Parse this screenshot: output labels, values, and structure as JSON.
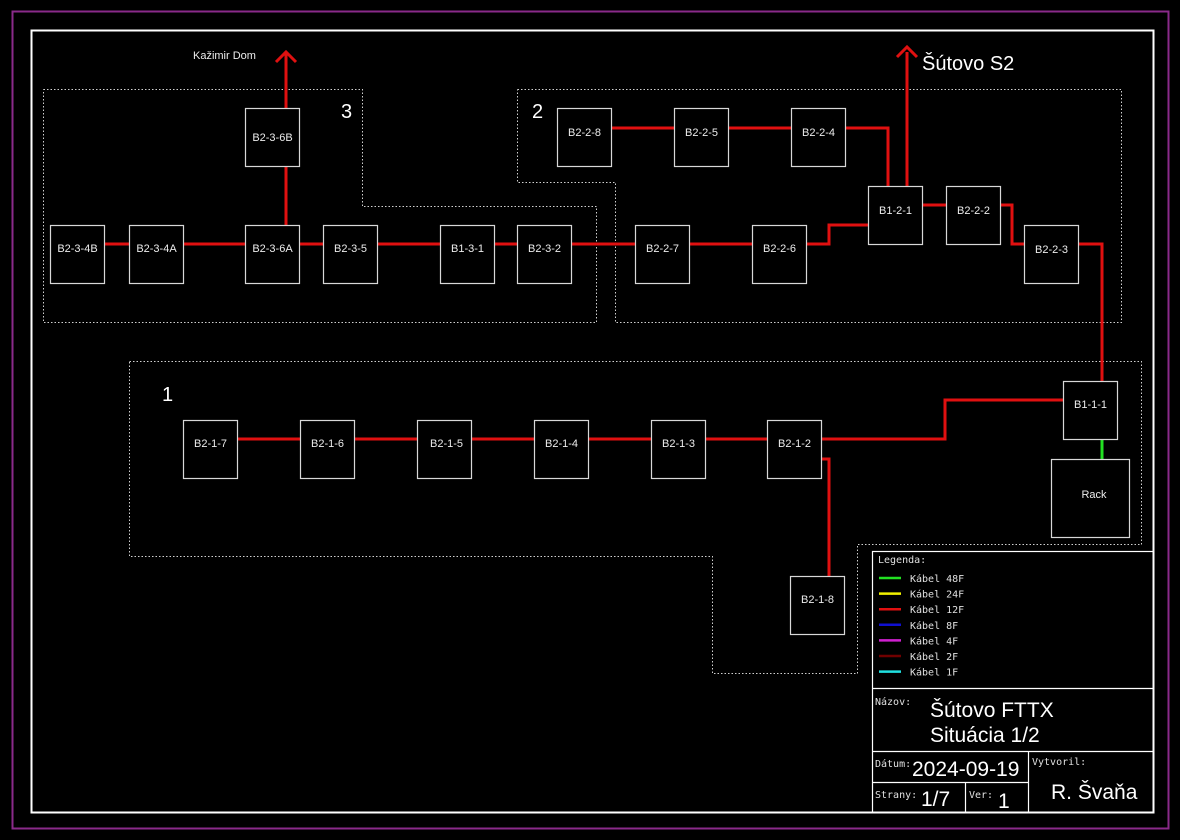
{
  "external_links": [
    {
      "id": "kazimir",
      "label": "Kažimir Dom",
      "from": "B2-3-6B"
    },
    {
      "id": "sutovo_s2",
      "label": "Šútovo S2",
      "from": "B1-2-1"
    }
  ],
  "zones": [
    {
      "id": "zone-3",
      "label": "3"
    },
    {
      "id": "zone-2",
      "label": "2"
    },
    {
      "id": "zone-1",
      "label": "1"
    }
  ],
  "nodes": [
    {
      "id": "B2-3-6B",
      "label": "B2-3-6B"
    },
    {
      "id": "B2-3-4B",
      "label": "B2-3-4B"
    },
    {
      "id": "B2-3-4A",
      "label": "B2-3-4A"
    },
    {
      "id": "B2-3-6A",
      "label": "B2-3-6A"
    },
    {
      "id": "B2-3-5",
      "label": "B2-3-5"
    },
    {
      "id": "B1-3-1",
      "label": "B1-3-1"
    },
    {
      "id": "B2-3-2",
      "label": "B2-3-2"
    },
    {
      "id": "B2-2-8",
      "label": "B2-2-8"
    },
    {
      "id": "B2-2-5",
      "label": "B2-2-5"
    },
    {
      "id": "B2-2-4",
      "label": "B2-2-4"
    },
    {
      "id": "B2-2-7",
      "label": "B2-2-7"
    },
    {
      "id": "B2-2-6",
      "label": "B2-2-6"
    },
    {
      "id": "B1-2-1",
      "label": "B1-2-1"
    },
    {
      "id": "B2-2-2",
      "label": "B2-2-2"
    },
    {
      "id": "B2-2-3",
      "label": "B2-2-3"
    },
    {
      "id": "B1-1-1",
      "label": "B1-1-1"
    },
    {
      "id": "Rack",
      "label": "Rack"
    },
    {
      "id": "B2-1-7",
      "label": "B2-1-7"
    },
    {
      "id": "B2-1-6",
      "label": "B2-1-6"
    },
    {
      "id": "B2-1-5",
      "label": "B2-1-5"
    },
    {
      "id": "B2-1-4",
      "label": "B2-1-4"
    },
    {
      "id": "B2-1-3",
      "label": "B2-1-3"
    },
    {
      "id": "B2-1-2",
      "label": "B2-1-2"
    },
    {
      "id": "B2-1-8",
      "label": "B2-1-8"
    }
  ],
  "cables": [
    {
      "from": "B2-3-4B",
      "to": "B2-3-4A",
      "type": "Kábel 12F"
    },
    {
      "from": "B2-3-4A",
      "to": "B2-3-6A",
      "type": "Kábel 12F"
    },
    {
      "from": "B2-3-6A",
      "to": "B2-3-5",
      "type": "Kábel 12F"
    },
    {
      "from": "B2-3-6A",
      "to": "B2-3-6B",
      "type": "Kábel 12F"
    },
    {
      "from": "B2-3-6B",
      "to": "Kažimir Dom",
      "type": "Kábel 12F"
    },
    {
      "from": "B2-3-5",
      "to": "B1-3-1",
      "type": "Kábel 12F"
    },
    {
      "from": "B1-3-1",
      "to": "B2-3-2",
      "type": "Kábel 12F"
    },
    {
      "from": "B2-3-2",
      "to": "B2-2-7",
      "type": "Kábel 12F"
    },
    {
      "from": "B2-2-7",
      "to": "B2-2-6",
      "type": "Kábel 12F"
    },
    {
      "from": "B2-2-6",
      "to": "B1-2-1",
      "type": "Kábel 12F"
    },
    {
      "from": "B2-2-8",
      "to": "B2-2-5",
      "type": "Kábel 12F"
    },
    {
      "from": "B2-2-5",
      "to": "B2-2-4",
      "type": "Kábel 12F"
    },
    {
      "from": "B2-2-4",
      "to": "B1-2-1",
      "type": "Kábel 12F"
    },
    {
      "from": "B1-2-1",
      "to": "Šútovo S2",
      "type": "Kábel 12F"
    },
    {
      "from": "B1-2-1",
      "to": "B2-2-2",
      "type": "Kábel 12F"
    },
    {
      "from": "B2-2-2",
      "to": "B2-2-3",
      "type": "Kábel 12F"
    },
    {
      "from": "B2-2-3",
      "to": "B1-1-1",
      "type": "Kábel 12F"
    },
    {
      "from": "B1-1-1",
      "to": "Rack",
      "type": "Kábel 48F"
    },
    {
      "from": "B2-1-2",
      "to": "B1-1-1",
      "type": "Kábel 12F"
    },
    {
      "from": "B2-1-7",
      "to": "B2-1-6",
      "type": "Kábel 12F"
    },
    {
      "from": "B2-1-6",
      "to": "B2-1-5",
      "type": "Kábel 12F"
    },
    {
      "from": "B2-1-5",
      "to": "B2-1-4",
      "type": "Kábel 12F"
    },
    {
      "from": "B2-1-4",
      "to": "B2-1-3",
      "type": "Kábel 12F"
    },
    {
      "from": "B2-1-3",
      "to": "B2-1-2",
      "type": "Kábel 12F"
    },
    {
      "from": "B2-1-2",
      "to": "B2-1-8",
      "type": "Kábel 12F"
    }
  ],
  "legend": {
    "title": "Legenda:",
    "items": [
      {
        "label": "Kábel 48F",
        "color": "#22e022"
      },
      {
        "label": "Kábel 24F",
        "color": "#f0f000"
      },
      {
        "label": "Kábel 12F",
        "color": "#e01010"
      },
      {
        "label": "Kábel 8F",
        "color": "#1010d0"
      },
      {
        "label": "Kábel 4F",
        "color": "#d020d0"
      },
      {
        "label": "Kábel 2F",
        "color": "#700000"
      },
      {
        "label": "Kábel 1F",
        "color": "#20e0e0"
      }
    ]
  },
  "title_block": {
    "name_label": "Názov:",
    "name_line1": "Šútovo FTTX",
    "name_line2": "Situácia 1/2",
    "date_label": "Dátum:",
    "date_value": "2024-09-19",
    "author_label": "Vytvoril:",
    "author_value": "R. Švaňa",
    "pages_label": "Strany:",
    "pages_value": "1/7",
    "version_label": "Ver:",
    "version_value": "1"
  },
  "colors": {
    "background": "#000000",
    "outer_frame": "#8a2a8a",
    "inner_frame": "#ffffff",
    "box_stroke": "#d8d8d8",
    "zone_stroke": "#d0d0d0",
    "cable_12f": "#e01010",
    "cable_48f": "#22e022"
  }
}
